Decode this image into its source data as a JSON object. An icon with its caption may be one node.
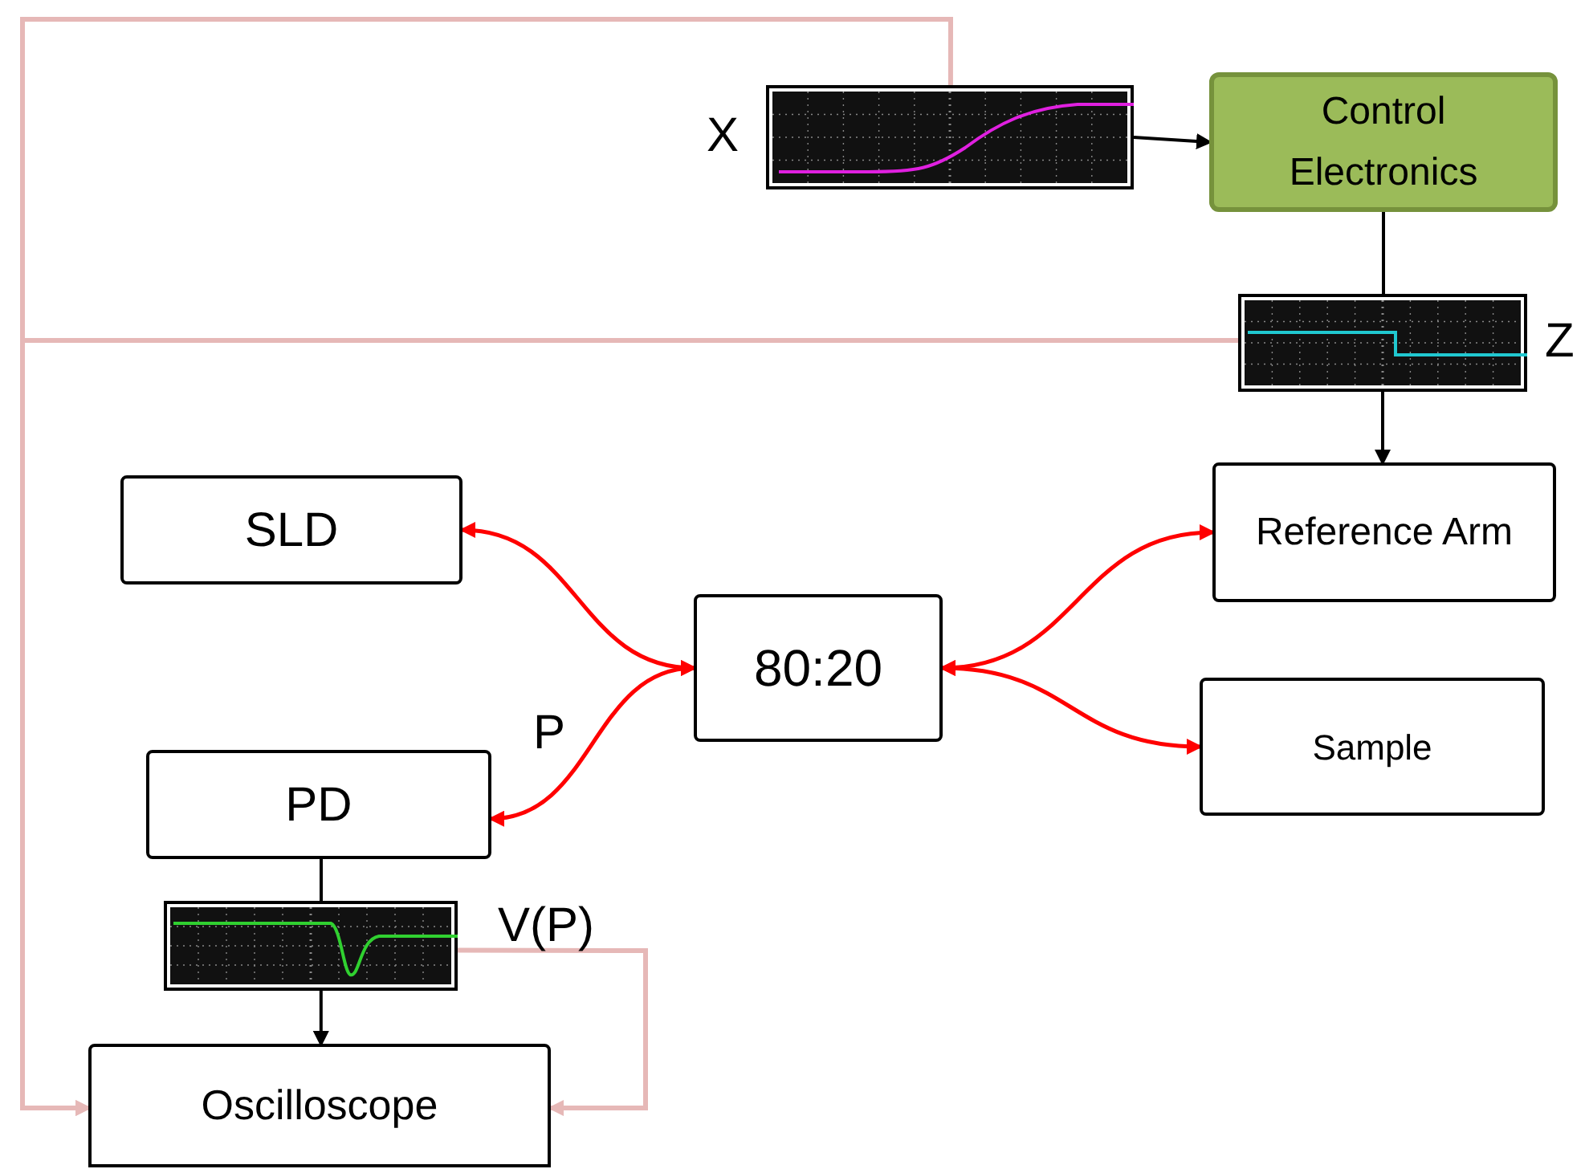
{
  "diagram": {
    "nodes": [
      {
        "text": [],
        "shape": "picture",
        "beside": [
          "X"
        ]
      },
      {
        "text": [
          "Control Electronics"
        ]
      },
      {
        "text": [],
        "shape": "picture",
        "beside": [
          "Z"
        ]
      },
      {
        "text": [
          "SLD"
        ]
      },
      {
        "text": [
          "Reference Arm"
        ]
      },
      {
        "text": [
          "80:20"
        ]
      },
      {
        "text": [
          "Sample"
        ]
      },
      {
        "text": [
          "PD"
        ]
      },
      {
        "text": [],
        "shape": "picture",
        "beside": [
          "V(P)"
        ]
      },
      {
        "text": [
          "Oscilloscope"
        ]
      }
    ],
    "edges": [
      {
        "from": 0,
        "to": 1,
        "arrow": "to"
      },
      {
        "from": 1,
        "to": 2,
        "arrow": "none"
      },
      {
        "from": 2,
        "to": 4,
        "arrow": "to"
      },
      {
        "from": 0,
        "to": 9,
        "arrow": "to",
        "color": "#e6b8b7"
      },
      {
        "from": 2,
        "to": 9,
        "arrow": "to",
        "color": "#e6b8b7"
      },
      {
        "from": 8,
        "to": 9,
        "arrow": "to",
        "color": "#e6b8b7"
      },
      {
        "from": 7,
        "to": 8,
        "arrow": "none"
      },
      {
        "from": 8,
        "to": 9,
        "arrow": "to"
      },
      {
        "from": 3,
        "to": 5,
        "arrow": "both",
        "color": "#ff0000"
      },
      {
        "from": 7,
        "to": 5,
        "arrow": "both",
        "color": "#ff0000",
        "label": "P"
      },
      {
        "from": 5,
        "to": 4,
        "arrow": "both",
        "color": "#ff0000"
      },
      {
        "from": 5,
        "to": 6,
        "arrow": "both",
        "color": "#ff0000"
      }
    ]
  }
}
